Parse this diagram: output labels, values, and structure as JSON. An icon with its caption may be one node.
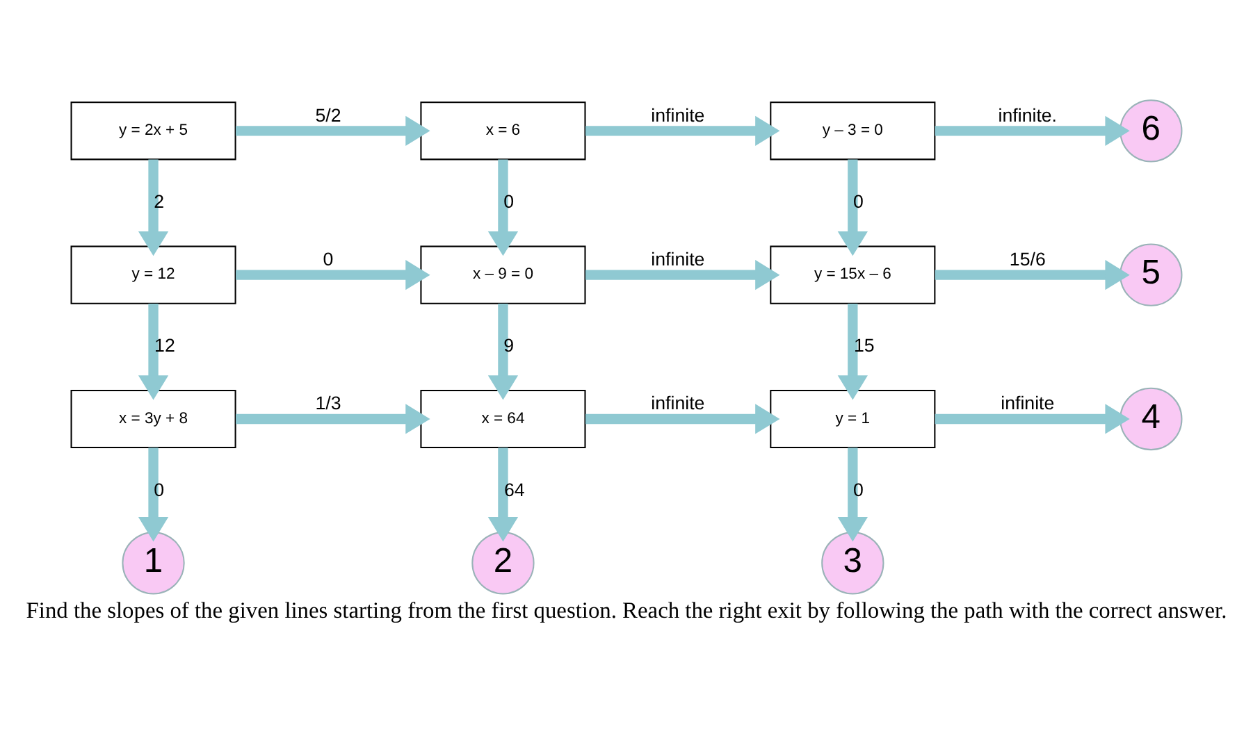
{
  "diagram": {
    "caption": "Find the slopes of the given lines starting from the first question. Reach the right exit by following the path with the correct answer.",
    "nodes": [
      {
        "text": [
          "y = 2x + 5"
        ]
      },
      {
        "text": [
          "x = 6"
        ]
      },
      {
        "text": [
          "y – 3 = 0"
        ]
      },
      {
        "text": [
          "6"
        ]
      },
      {
        "text": [
          "y = 12"
        ]
      },
      {
        "text": [
          "x – 9 = 0"
        ]
      },
      {
        "text": [
          "y = 15x – 6"
        ]
      },
      {
        "text": [
          "5"
        ]
      },
      {
        "text": [
          "x = 3y + 8"
        ]
      },
      {
        "text": [
          "x = 64"
        ]
      },
      {
        "text": [
          "y = 1"
        ]
      },
      {
        "text": [
          "4"
        ]
      },
      {
        "text": [
          "1"
        ]
      },
      {
        "text": [
          "2"
        ]
      },
      {
        "text": [
          "3"
        ]
      }
    ],
    "edges": [
      {
        "from": 0,
        "to": 1,
        "arrow": "to",
        "label": "5/2"
      },
      {
        "from": 1,
        "to": 2,
        "arrow": "to",
        "label": "infinite"
      },
      {
        "from": 2,
        "to": 3,
        "arrow": "to",
        "label": "infinite."
      },
      {
        "from": 0,
        "to": 4,
        "arrow": "to",
        "label": "2"
      },
      {
        "from": 1,
        "to": 5,
        "arrow": "to",
        "label": "0"
      },
      {
        "from": 2,
        "to": 6,
        "arrow": "to",
        "label": "0"
      },
      {
        "from": 4,
        "to": 5,
        "arrow": "to",
        "label": "0"
      },
      {
        "from": 5,
        "to": 6,
        "arrow": "to",
        "label": "infinite"
      },
      {
        "from": 6,
        "to": 7,
        "arrow": "to",
        "label": "15/6"
      },
      {
        "from": 4,
        "to": 8,
        "arrow": "to",
        "label": "12"
      },
      {
        "from": 5,
        "to": 9,
        "arrow": "to",
        "label": "9"
      },
      {
        "from": 6,
        "to": 10,
        "arrow": "to",
        "label": "15"
      },
      {
        "from": 8,
        "to": 9,
        "arrow": "to",
        "label": "1/3"
      },
      {
        "from": 9,
        "to": 10,
        "arrow": "to",
        "label": "infinite"
      },
      {
        "from": 10,
        "to": 11,
        "arrow": "to",
        "label": "infinite"
      },
      {
        "from": 8,
        "to": 12,
        "arrow": "to",
        "label": "0"
      },
      {
        "from": 9,
        "to": 13,
        "arrow": "to",
        "label": "64"
      },
      {
        "from": 10,
        "to": 14,
        "arrow": "to",
        "label": "0"
      }
    ]
  }
}
